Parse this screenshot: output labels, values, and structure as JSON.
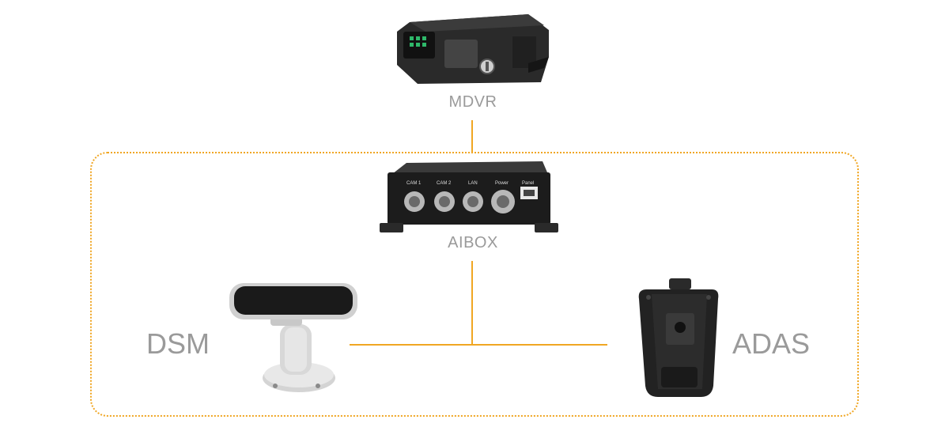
{
  "nodes": {
    "mdvr": {
      "label": "MDVR"
    },
    "aibox": {
      "label": "AIBOX",
      "ports": [
        "CAM 1",
        "CAM 2",
        "LAN",
        "Power",
        "Panel"
      ]
    },
    "dsm": {
      "label": "DSM"
    },
    "adas": {
      "label": "ADAS"
    }
  },
  "colors": {
    "connector": "#f0a623",
    "label": "#9a9a9a",
    "device_body": "#1c1c1c"
  }
}
